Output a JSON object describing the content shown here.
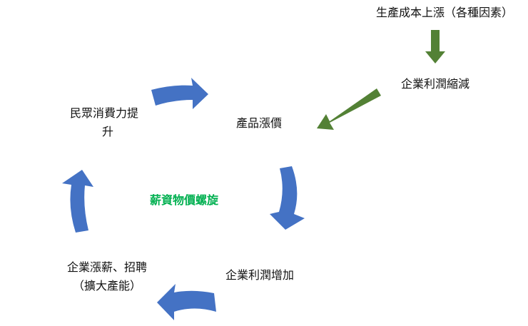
{
  "colors": {
    "cycle_arrow": "#4472C4",
    "feed_arrow": "#538135",
    "center_text": "#00B050",
    "text": "#111111"
  },
  "nodes": {
    "cost_rise": "生產成本上漲（各種因素）",
    "profit_decrease": "企業利潤縮減",
    "price_rise": "產品漲價",
    "profit_increase": "企業利潤增加",
    "raise_hire_line1": "企業漲薪、招聘",
    "raise_hire_line2": "（擴大產能）",
    "consumption_line1": "民眾消費力提",
    "consumption_line2": "升"
  },
  "center": {
    "title": "薪資物價螺旋"
  }
}
